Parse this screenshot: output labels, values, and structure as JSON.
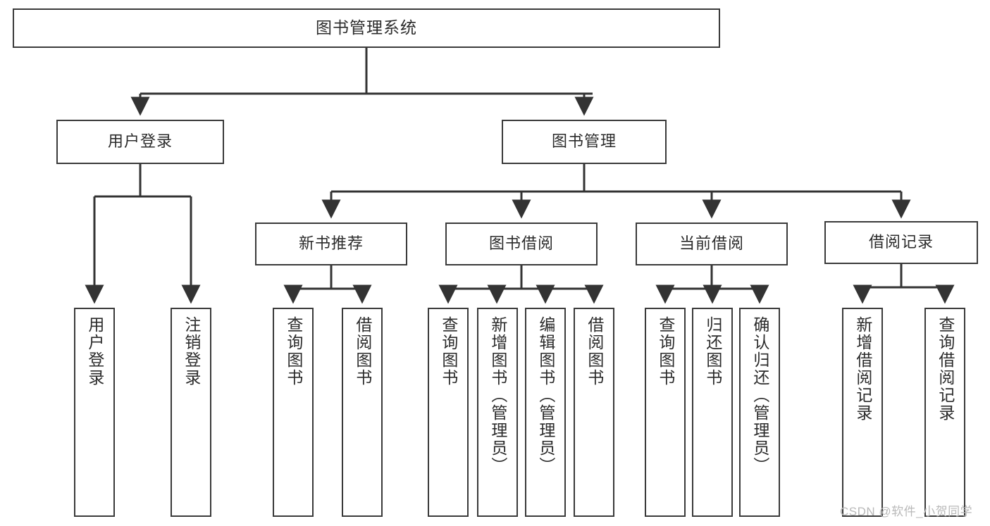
{
  "diagram": {
    "title": "图书管理系统",
    "root": {
      "id": "root",
      "label": "图书管理系统"
    },
    "level2": [
      {
        "id": "user-login",
        "label": "用户登录"
      },
      {
        "id": "book-manage",
        "label": "图书管理"
      }
    ],
    "level3": [
      {
        "id": "new-book-recommend",
        "label": "新书推荐"
      },
      {
        "id": "book-borrow",
        "label": "图书借阅"
      },
      {
        "id": "current-borrow",
        "label": "当前借阅"
      },
      {
        "id": "borrow-record",
        "label": "借阅记录"
      }
    ],
    "leaves": {
      "user_login": [
        {
          "id": "leaf-user-login",
          "label": "用户登录"
        },
        {
          "id": "leaf-user-logout",
          "label": "注销登录"
        }
      ],
      "new_book_recommend": [
        {
          "id": "leaf-query-book-1",
          "label": "查询图书"
        },
        {
          "id": "leaf-borrow-book-1",
          "label": "借阅图书"
        }
      ],
      "book_borrow": [
        {
          "id": "leaf-query-book-2",
          "label": "查询图书"
        },
        {
          "id": "leaf-add-book-admin",
          "label": "新增图书（管理员）"
        },
        {
          "id": "leaf-edit-book-admin",
          "label": "编辑图书（管理员）"
        },
        {
          "id": "leaf-borrow-book-2",
          "label": "借阅图书"
        }
      ],
      "current_borrow": [
        {
          "id": "leaf-query-book-3",
          "label": "查询图书"
        },
        {
          "id": "leaf-return-book",
          "label": "归还图书"
        },
        {
          "id": "leaf-confirm-return-admin",
          "label": "确认归还（管理员）"
        }
      ],
      "borrow_record": [
        {
          "id": "leaf-add-borrow-record",
          "label": "新增借阅记录"
        },
        {
          "id": "leaf-query-borrow-record",
          "label": "查询借阅记录"
        }
      ]
    }
  },
  "watermark": {
    "text": "CSDN @软件_小贺同学"
  },
  "colors": {
    "box_border": "#3a3a3a",
    "box_fill": "#ffffff",
    "text": "#2b2b2b",
    "connector": "#333333",
    "watermark": "#b9b9b9",
    "background": "#ffffff"
  }
}
